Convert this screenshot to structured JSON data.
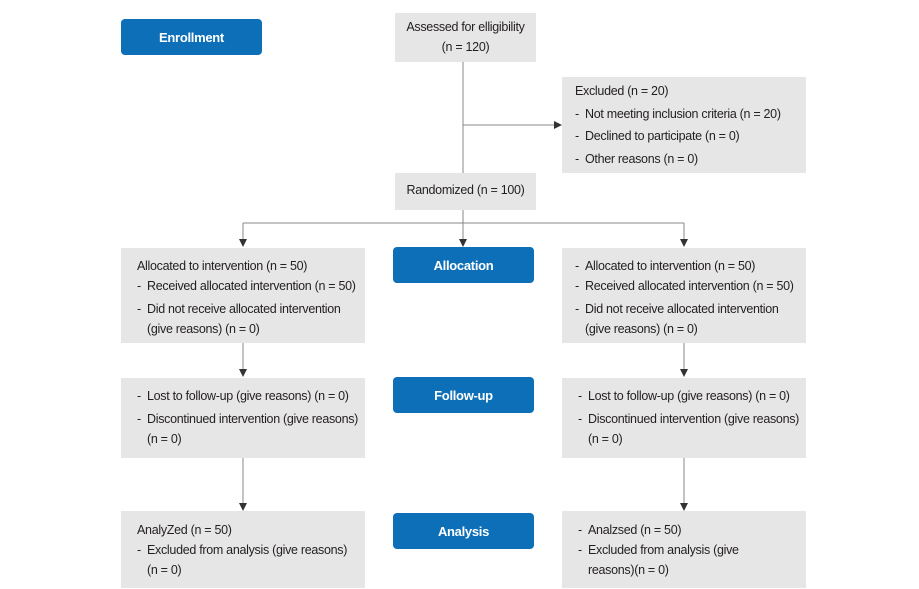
{
  "stages": {
    "enrollment": "Enrollment",
    "allocation": "Allocation",
    "follow_up": "Follow-up",
    "analysis": "Analysis"
  },
  "assessed": {
    "line1": "Assessed for elligibility",
    "line2": "(n = 120)"
  },
  "excluded": {
    "title": "Excluded (n = 20)",
    "items": [
      "Not meeting inclusion criteria (n = 20)",
      "Declined to participate (n = 0)",
      "Other reasons (n = 0)"
    ]
  },
  "randomized": "Randomized (n = 100)",
  "allocation_left": {
    "title": "Allocated to intervention (n = 50)",
    "item1": "Received allocated intervention (n = 50)",
    "item2_line1": "Did not receive allocated intervention",
    "item2_line2": "(give reasons) (n = 0)"
  },
  "allocation_right": {
    "item1": "Allocated to intervention (n = 50)",
    "item2": "Received allocated intervention (n = 50)",
    "item3_line1": "Did not receive allocated intervention",
    "item3_line2": "(give reasons) (n = 0)"
  },
  "followup_left": {
    "item1": "Lost to follow-up (give reasons) (n = 0)",
    "item2_line1": "Discontinued intervention (give reasons)",
    "item2_line2": "(n = 0)"
  },
  "followup_right": {
    "item1": "Lost to follow-up (give reasons) (n = 0)",
    "item2_line1": "Discontinued intervention (give reasons)",
    "item2_line2": "(n = 0)"
  },
  "analysis_left": {
    "title": "AnalyZed (n = 50)",
    "item1_line1": "Excluded from analysis (give reasons)",
    "item1_line2": "(n = 0)"
  },
  "analysis_right": {
    "item1": "Analzsed (n = 50)",
    "item2_line1": "Excluded from analysis (give",
    "item2_line2": "reasons)(n = 0)"
  },
  "colors": {
    "box_fill": "#e6e6e6",
    "stage_fill": "#0d6fb8",
    "connector": "#555555"
  }
}
